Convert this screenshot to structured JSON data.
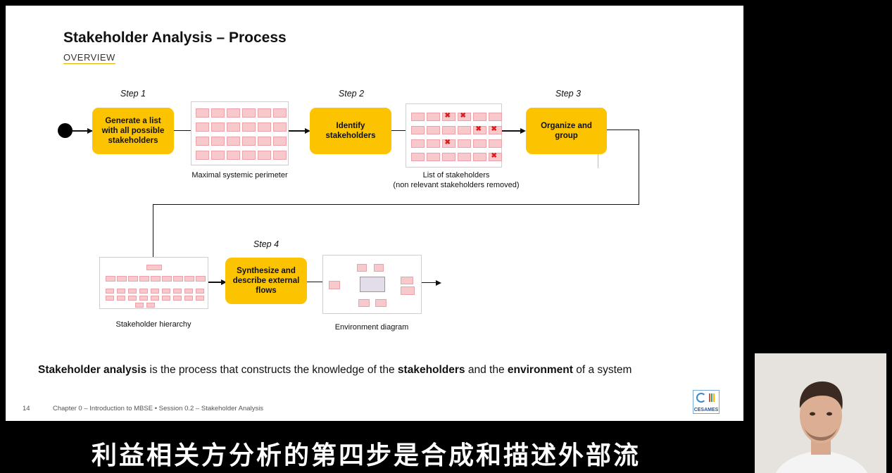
{
  "slide": {
    "title": "Stakeholder Analysis – Process",
    "subtitle": "OVERVIEW",
    "steps": [
      {
        "label": "Step 1",
        "box": "Generate a list with all possible stakeholders"
      },
      {
        "label": "Step 2",
        "box": "Identify stakeholders"
      },
      {
        "label": "Step 3",
        "box": "Organize and group"
      },
      {
        "label": "Step 4",
        "box": "Synthesize and describe external flows"
      }
    ],
    "captions": {
      "perimeter": "Maximal systemic perimeter",
      "list_line1": "List of stakeholders",
      "list_line2": "(non relevant stakeholders removed)",
      "hierarchy": "Stakeholder hierarchy",
      "environment": "Environment diagram"
    },
    "statement": {
      "part1": "Stakeholder analysis",
      "part2": " is the process that constructs the knowledge of the ",
      "part3": "stakeholders",
      "part4": " and the ",
      "part5": "environment",
      "part6": " of a system"
    },
    "footer": {
      "page_number": "14",
      "text": "Chapter 0 – Introduction to MBSE • Session 0.2 – Stakeholder Analysis"
    },
    "logo_text": "CESAMES"
  },
  "video_subtitle": "利益相关方分析的第四步是合成和描述外部流",
  "colors": {
    "step_box": "#fcc400",
    "thumbnail_cell": "#f7c8cc",
    "remove_mark": "#e01b1b"
  }
}
